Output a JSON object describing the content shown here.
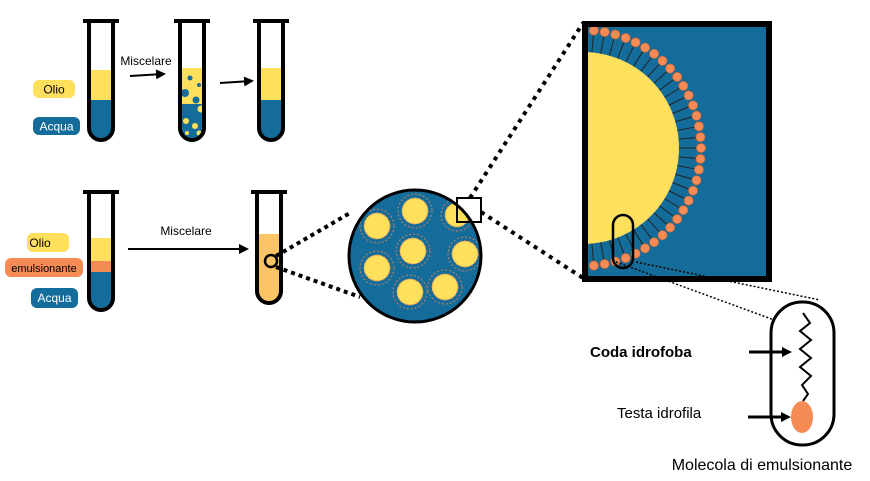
{
  "colors": {
    "oil": "#fee05c",
    "water": "#146c9a",
    "emulsifier": "#f68b56",
    "emulsion": "#fbc466",
    "outline": "#000000"
  },
  "labels": {
    "oil_1": "Olio",
    "water_1": "Acqua",
    "mix_1": "Miscelare",
    "oil_2": "Olio",
    "emulsifier_2": "emulsionante",
    "water_2": "Acqua",
    "mix_2": "Miscelare",
    "tail": "Coda idrofoba",
    "head": "Testa idrofila",
    "molecule_caption": "Molecola di emulsionante"
  }
}
